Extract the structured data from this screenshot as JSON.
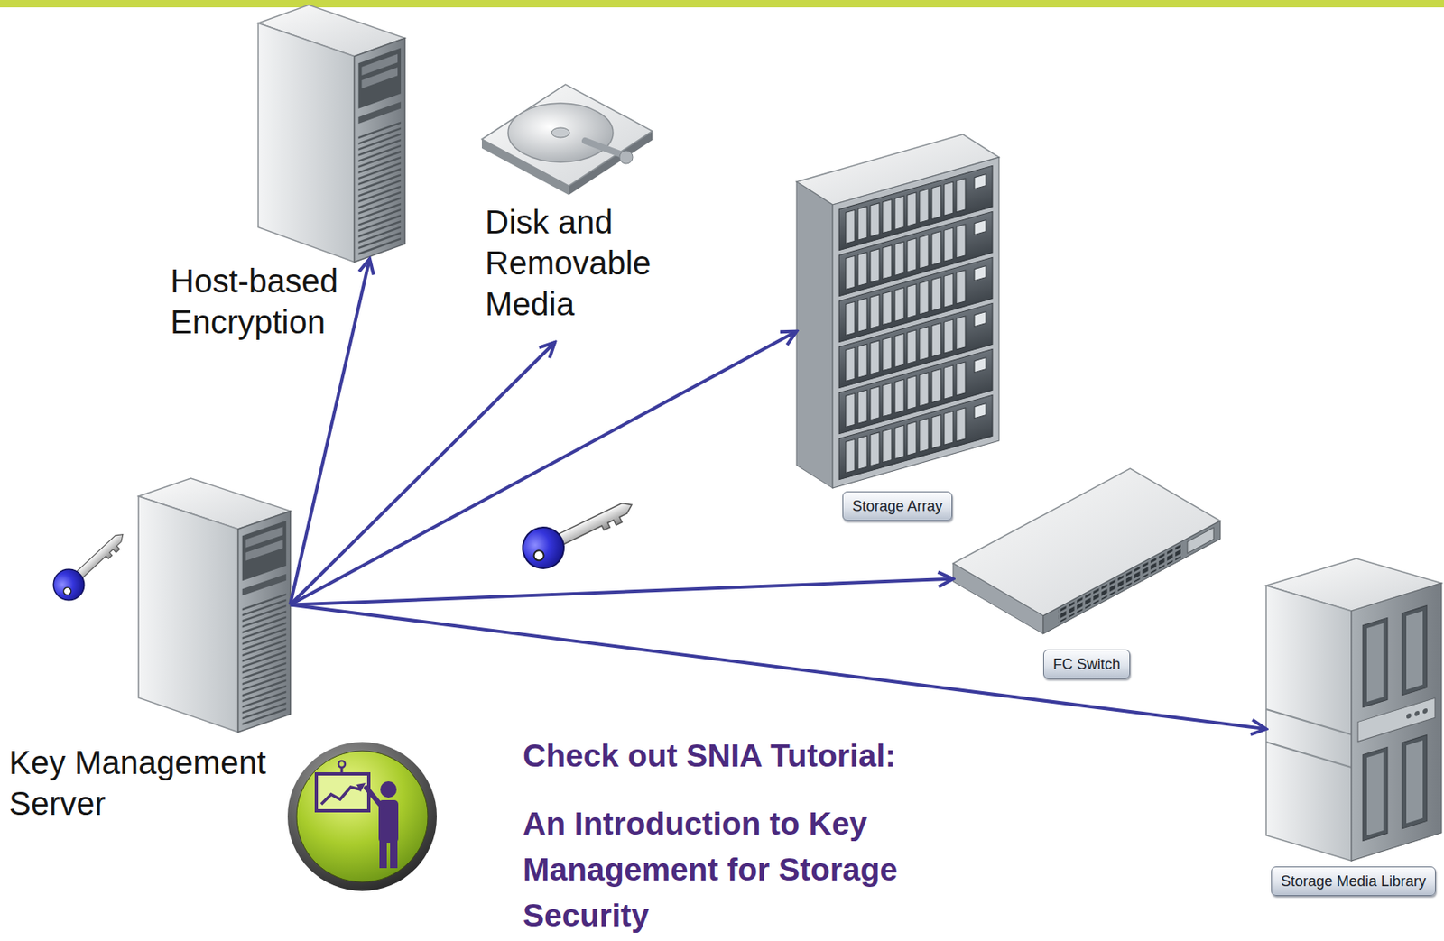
{
  "diagram": {
    "nodes": [
      {
        "text": [
          "Host-based Encryption"
        ]
      },
      {
        "text": [
          "Disk and Removable Media"
        ]
      },
      {
        "text": [
          "Storage Array"
        ]
      },
      {
        "text": [
          "FC Switch"
        ]
      },
      {
        "text": [
          "Key Management Server"
        ]
      },
      {
        "text": [
          "Storage Media Library"
        ]
      }
    ],
    "edges": [
      {
        "from": 4,
        "to": 0,
        "arrow": "to"
      },
      {
        "from": 4,
        "to": 1,
        "arrow": "to"
      },
      {
        "from": 4,
        "to": 2,
        "arrow": "to"
      },
      {
        "from": 4,
        "to": 3,
        "arrow": "to"
      },
      {
        "from": 4,
        "to": 5,
        "arrow": "to"
      }
    ],
    "labels": [
      "Check out SNIA Tutorial:",
      "An Introduction to Key Management for Storage Security"
    ]
  }
}
